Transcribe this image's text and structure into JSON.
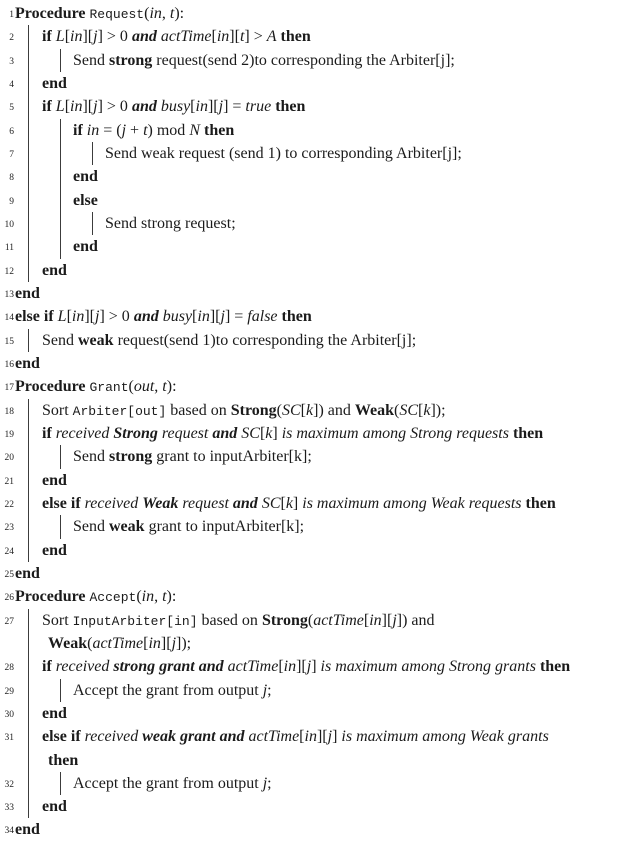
{
  "figure": {
    "kind": "pseudocode-algorithm-listing",
    "procedures": [
      "Request",
      "Grant",
      "Accept"
    ],
    "line_count": 34,
    "colors": {
      "background": "#ffffff",
      "text": "#1b1b1b",
      "indent_bar": "#3c3c3c",
      "line_number": "#222222"
    }
  },
  "algorithm": {
    "lines": [
      {
        "n": 1,
        "indent": 0,
        "segs": [
          [
            "Procedure ",
            "b"
          ],
          [
            "Request",
            "tt"
          ],
          [
            "(",
            "r"
          ],
          [
            "in",
            "i"
          ],
          [
            ", ",
            "r"
          ],
          [
            "t",
            "i"
          ],
          [
            "):",
            "r"
          ]
        ]
      },
      {
        "n": 2,
        "indent": 1,
        "segs": [
          [
            "if ",
            "b"
          ],
          [
            "L",
            "i"
          ],
          [
            "[",
            "r"
          ],
          [
            "in",
            "i"
          ],
          [
            "][",
            "r"
          ],
          [
            "j",
            "i"
          ],
          [
            "] > 0 ",
            "r"
          ],
          [
            "and ",
            "bi"
          ],
          [
            "actTime",
            "i"
          ],
          [
            "[",
            "r"
          ],
          [
            "in",
            "i"
          ],
          [
            "][",
            "r"
          ],
          [
            "t",
            "i"
          ],
          [
            "] > ",
            "r"
          ],
          [
            "A",
            "i"
          ],
          [
            " ",
            "r"
          ],
          [
            "then",
            "b"
          ]
        ]
      },
      {
        "n": 3,
        "indent": 2,
        "segs": [
          [
            "Send ",
            "r"
          ],
          [
            "strong",
            "b"
          ],
          [
            " request(send 2)to corresponding the Arbiter[j];",
            "r"
          ]
        ]
      },
      {
        "n": 4,
        "indent": 1,
        "segs": [
          [
            "end",
            "b"
          ]
        ]
      },
      {
        "n": 5,
        "indent": 1,
        "segs": [
          [
            "if ",
            "b"
          ],
          [
            "L",
            "i"
          ],
          [
            "[",
            "r"
          ],
          [
            "in",
            "i"
          ],
          [
            "][",
            "r"
          ],
          [
            "j",
            "i"
          ],
          [
            "] > 0 ",
            "r"
          ],
          [
            "and ",
            "bi"
          ],
          [
            "busy",
            "i"
          ],
          [
            "[",
            "r"
          ],
          [
            "in",
            "i"
          ],
          [
            "][",
            "r"
          ],
          [
            "j",
            "i"
          ],
          [
            "] = ",
            "r"
          ],
          [
            "true",
            "i"
          ],
          [
            " ",
            "r"
          ],
          [
            "then",
            "b"
          ]
        ]
      },
      {
        "n": 6,
        "indent": 2,
        "segs": [
          [
            "if ",
            "b"
          ],
          [
            "in",
            "i"
          ],
          [
            " = (",
            "r"
          ],
          [
            "j",
            "i"
          ],
          [
            " + ",
            "r"
          ],
          [
            "t",
            "i"
          ],
          [
            ") mod ",
            "r"
          ],
          [
            "N",
            "i"
          ],
          [
            " ",
            "r"
          ],
          [
            "then",
            "b"
          ]
        ]
      },
      {
        "n": 7,
        "indent": 3,
        "segs": [
          [
            "Send weak request (send 1) to corresponding Arbiter[j];",
            "r"
          ]
        ]
      },
      {
        "n": 8,
        "indent": 2,
        "segs": [
          [
            "end",
            "b"
          ]
        ]
      },
      {
        "n": 9,
        "indent": 2,
        "segs": [
          [
            "else",
            "b"
          ]
        ]
      },
      {
        "n": 10,
        "indent": 3,
        "segs": [
          [
            "Send strong request;",
            "r"
          ]
        ]
      },
      {
        "n": 11,
        "indent": 2,
        "segs": [
          [
            "end",
            "b"
          ]
        ]
      },
      {
        "n": 12,
        "indent": 1,
        "segs": [
          [
            "end",
            "b"
          ]
        ]
      },
      {
        "n": 13,
        "indent": 0,
        "segs": [
          [
            "end",
            "b"
          ]
        ]
      },
      {
        "n": 14,
        "indent": 0,
        "segs": [
          [
            "else if ",
            "b"
          ],
          [
            "L",
            "i"
          ],
          [
            "[",
            "r"
          ],
          [
            "in",
            "i"
          ],
          [
            "][",
            "r"
          ],
          [
            "j",
            "i"
          ],
          [
            "] > 0 ",
            "r"
          ],
          [
            "and ",
            "bi"
          ],
          [
            "busy",
            "i"
          ],
          [
            "[",
            "r"
          ],
          [
            "in",
            "i"
          ],
          [
            "][",
            "r"
          ],
          [
            "j",
            "i"
          ],
          [
            "] = ",
            "r"
          ],
          [
            "false",
            "i"
          ],
          [
            " ",
            "r"
          ],
          [
            "then",
            "b"
          ]
        ]
      },
      {
        "n": 15,
        "indent": 1,
        "segs": [
          [
            "Send ",
            "r"
          ],
          [
            "weak",
            "b"
          ],
          [
            " request(send 1)to corresponding the Arbiter[j];",
            "r"
          ]
        ]
      },
      {
        "n": 16,
        "indent": 0,
        "segs": [
          [
            "end",
            "b"
          ]
        ]
      },
      {
        "n": 17,
        "indent": 0,
        "segs": [
          [
            "Procedure ",
            "b"
          ],
          [
            "Grant",
            "tt"
          ],
          [
            "(",
            "r"
          ],
          [
            "out",
            "i"
          ],
          [
            ", ",
            "r"
          ],
          [
            "t",
            "i"
          ],
          [
            "):",
            "r"
          ]
        ]
      },
      {
        "n": 18,
        "indent": 1,
        "segs": [
          [
            "Sort ",
            "r"
          ],
          [
            "Arbiter[out]",
            "tt"
          ],
          [
            " based on ",
            "r"
          ],
          [
            "Strong",
            "b"
          ],
          [
            "(",
            "r"
          ],
          [
            "SC",
            "i"
          ],
          [
            "[",
            "r"
          ],
          [
            "k",
            "i"
          ],
          [
            "]) and ",
            "r"
          ],
          [
            "Weak",
            "b"
          ],
          [
            "(",
            "r"
          ],
          [
            "SC",
            "i"
          ],
          [
            "[",
            "r"
          ],
          [
            "k",
            "i"
          ],
          [
            "]);",
            "r"
          ]
        ]
      },
      {
        "n": 19,
        "indent": 1,
        "segs": [
          [
            "if ",
            "b"
          ],
          [
            "received ",
            "i"
          ],
          [
            "Strong",
            "bi"
          ],
          [
            " request ",
            "i"
          ],
          [
            "and ",
            "bi"
          ],
          [
            "SC",
            "i"
          ],
          [
            "[",
            "r"
          ],
          [
            "k",
            "i"
          ],
          [
            "] ",
            "r"
          ],
          [
            "is maximum among Strong requests ",
            "i"
          ],
          [
            "then",
            "b"
          ]
        ]
      },
      {
        "n": 20,
        "indent": 2,
        "segs": [
          [
            "Send ",
            "r"
          ],
          [
            "strong",
            "b"
          ],
          [
            " grant to inputArbiter[k];",
            "r"
          ]
        ]
      },
      {
        "n": 21,
        "indent": 1,
        "segs": [
          [
            "end",
            "b"
          ]
        ]
      },
      {
        "n": 22,
        "indent": 1,
        "segs": [
          [
            "else if ",
            "b"
          ],
          [
            "received ",
            "i"
          ],
          [
            "Weak",
            "bi"
          ],
          [
            " request ",
            "i"
          ],
          [
            "and ",
            "bi"
          ],
          [
            "SC",
            "i"
          ],
          [
            "[",
            "r"
          ],
          [
            "k",
            "i"
          ],
          [
            "] ",
            "r"
          ],
          [
            "is maximum among Weak requests ",
            "i"
          ],
          [
            "then",
            "b"
          ]
        ]
      },
      {
        "n": 23,
        "indent": 2,
        "segs": [
          [
            "Send ",
            "r"
          ],
          [
            "weak",
            "b"
          ],
          [
            " grant to inputArbiter[k];",
            "r"
          ]
        ]
      },
      {
        "n": 24,
        "indent": 1,
        "segs": [
          [
            "end",
            "b"
          ]
        ]
      },
      {
        "n": 25,
        "indent": 0,
        "segs": [
          [
            "end",
            "b"
          ]
        ]
      },
      {
        "n": 26,
        "indent": 0,
        "segs": [
          [
            "Procedure ",
            "b"
          ],
          [
            "Accept",
            "tt"
          ],
          [
            "(",
            "r"
          ],
          [
            "in",
            "i"
          ],
          [
            ", ",
            "r"
          ],
          [
            "t",
            "i"
          ],
          [
            "):",
            "r"
          ]
        ]
      },
      {
        "n": 27,
        "indent": 1,
        "segs": [
          [
            "Sort ",
            "r"
          ],
          [
            "InputArbiter[in]",
            "tt"
          ],
          [
            " based on ",
            "r"
          ],
          [
            "Strong",
            "b"
          ],
          [
            "(",
            "r"
          ],
          [
            "actTime",
            "i"
          ],
          [
            "[",
            "r"
          ],
          [
            "in",
            "i"
          ],
          [
            "][",
            "r"
          ],
          [
            "j",
            "i"
          ],
          [
            "]) and",
            "r"
          ]
        ],
        "cont": [
          [
            "Weak",
            "b"
          ],
          [
            "(",
            "r"
          ],
          [
            "actTime",
            "i"
          ],
          [
            "[",
            "r"
          ],
          [
            "in",
            "i"
          ],
          [
            "][",
            "r"
          ],
          [
            "j",
            "i"
          ],
          [
            "]);",
            "r"
          ]
        ]
      },
      {
        "n": 28,
        "indent": 1,
        "segs": [
          [
            "if ",
            "b"
          ],
          [
            "received ",
            "i"
          ],
          [
            "strong grant and ",
            "bi"
          ],
          [
            "actTime",
            "i"
          ],
          [
            "[",
            "r"
          ],
          [
            "in",
            "i"
          ],
          [
            "][",
            "r"
          ],
          [
            "j",
            "i"
          ],
          [
            "] ",
            "r"
          ],
          [
            "is maximum among Strong grants ",
            "i"
          ],
          [
            "then",
            "b"
          ]
        ]
      },
      {
        "n": 29,
        "indent": 2,
        "segs": [
          [
            "Accept the grant from output ",
            "r"
          ],
          [
            "j",
            "i"
          ],
          [
            ";",
            "r"
          ]
        ]
      },
      {
        "n": 30,
        "indent": 1,
        "segs": [
          [
            "end",
            "b"
          ]
        ]
      },
      {
        "n": 31,
        "indent": 1,
        "segs": [
          [
            "else if ",
            "b"
          ],
          [
            "received ",
            "i"
          ],
          [
            "weak grant and ",
            "bi"
          ],
          [
            "actTime",
            "i"
          ],
          [
            "[",
            "r"
          ],
          [
            "in",
            "i"
          ],
          [
            "][",
            "r"
          ],
          [
            "j",
            "i"
          ],
          [
            "] ",
            "r"
          ],
          [
            "is maximum among Weak grants",
            "i"
          ]
        ],
        "cont": [
          [
            "then",
            "b"
          ]
        ]
      },
      {
        "n": 32,
        "indent": 2,
        "segs": [
          [
            "Accept the grant from output ",
            "r"
          ],
          [
            "j",
            "i"
          ],
          [
            ";",
            "r"
          ]
        ]
      },
      {
        "n": 33,
        "indent": 1,
        "segs": [
          [
            "end",
            "b"
          ]
        ]
      },
      {
        "n": 34,
        "indent": 0,
        "segs": [
          [
            "end",
            "b"
          ]
        ]
      }
    ]
  }
}
